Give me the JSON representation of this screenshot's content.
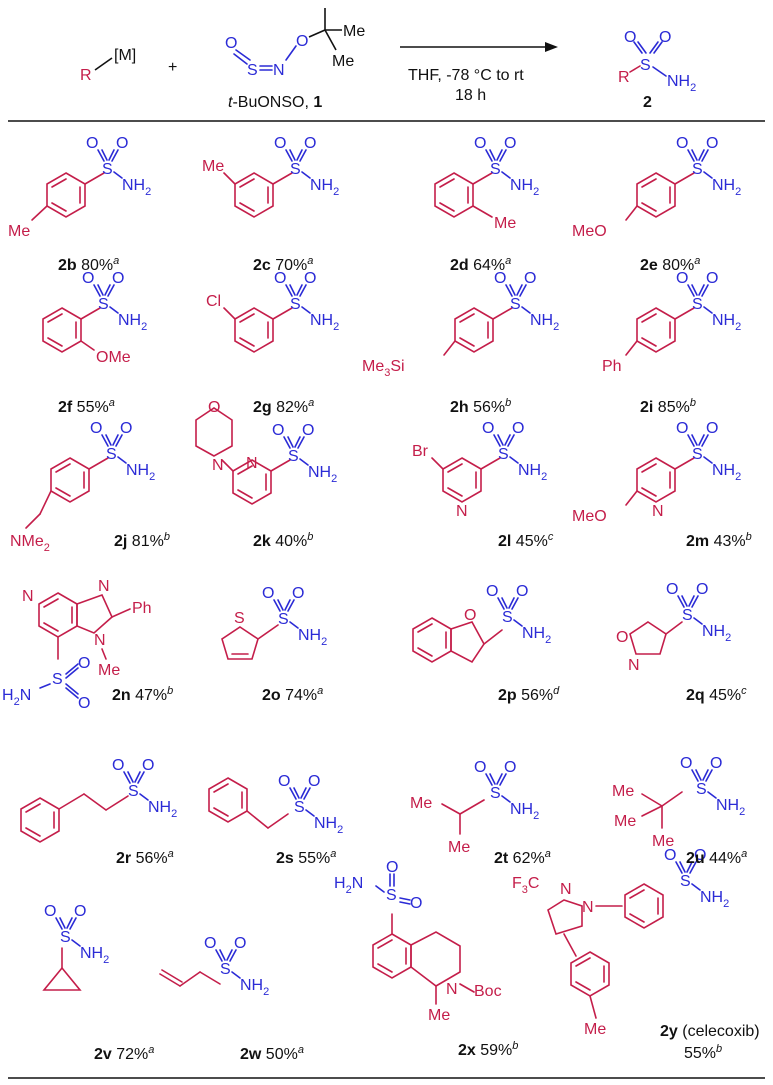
{
  "header": {
    "reagent_R": "R",
    "metal": "[M]",
    "plus": "+",
    "tbu_me": "Me",
    "reagent_name_italic": "t",
    "reagent_name": "-BuONSO, ",
    "reagent_number": "1",
    "conditions_line1": "THF, -78 °C to rt",
    "conditions_line2": "18 h",
    "product_number": "2"
  },
  "atoms": {
    "S": "S",
    "O": "O",
    "N": "N",
    "NH": "NH",
    "H": "H",
    "two": "2",
    "Me": "Me",
    "MeO": "MeO",
    "OMe": "OMe",
    "Cl": "Cl",
    "Br": "Br",
    "Ph": "Ph",
    "Me3Si_a": "Me",
    "three": "3",
    "Si": "Si",
    "NMe": "NMe",
    "F3C_a": "F",
    "F3C_b": "C",
    "Boc": "Boc",
    "R": "R"
  },
  "compounds": [
    {
      "id": "2b",
      "yield": " 80%",
      "note": "a"
    },
    {
      "id": "2c",
      "yield": " 70%",
      "note": "a"
    },
    {
      "id": "2d",
      "yield": " 64%",
      "note": "a"
    },
    {
      "id": "2e",
      "yield": " 80%",
      "note": "a"
    },
    {
      "id": "2f",
      "yield": " 55%",
      "note": "a"
    },
    {
      "id": "2g",
      "yield": " 82%",
      "note": "a"
    },
    {
      "id": "2h",
      "yield": " 56%",
      "note": "b"
    },
    {
      "id": "2i",
      "yield": " 85%",
      "note": "b"
    },
    {
      "id": "2j",
      "yield": " 81%",
      "note": "b"
    },
    {
      "id": "2k",
      "yield": " 40%",
      "note": "b"
    },
    {
      "id": "2l",
      "yield": " 45%",
      "note": "c"
    },
    {
      "id": "2m",
      "yield": " 43%",
      "note": "b"
    },
    {
      "id": "2n",
      "yield": " 47%",
      "note": "b"
    },
    {
      "id": "2o",
      "yield": " 74%",
      "note": "a"
    },
    {
      "id": "2p",
      "yield": " 56%",
      "note": "d"
    },
    {
      "id": "2q",
      "yield": " 45%",
      "note": "c"
    },
    {
      "id": "2r",
      "yield": " 56%",
      "note": "a"
    },
    {
      "id": "2s",
      "yield": " 55%",
      "note": "a"
    },
    {
      "id": "2t",
      "yield": " 62%",
      "note": "a"
    },
    {
      "id": "2u",
      "yield": " 44%",
      "note": "a"
    },
    {
      "id": "2v",
      "yield": " 72%",
      "note": "a"
    },
    {
      "id": "2w",
      "yield": " 50%",
      "note": "a"
    },
    {
      "id": "2x",
      "yield": " 59%",
      "note": "b"
    },
    {
      "id": "2y",
      "yield": "55%",
      "note": "b",
      "extra": " (celecoxib)"
    }
  ],
  "colors": {
    "substituent": "#c41e4a",
    "sulfonamide": "#2b2bd6",
    "text": "#111111"
  }
}
